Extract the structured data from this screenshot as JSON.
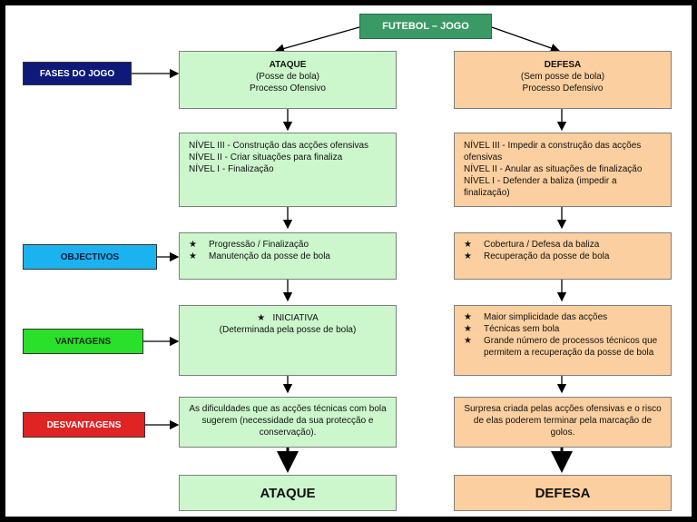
{
  "root": {
    "label": "FUTEBOL – JOGO"
  },
  "labels": {
    "fases": "FASES DO JOGO",
    "objectivos": "OBJECTIVOS",
    "vantagens": "VANTAGENS",
    "desvantagens": "DESVANTAGENS"
  },
  "ataque": {
    "title": "ATAQUE",
    "line1": "(Posse de bola)",
    "line2": "Processo Ofensivo",
    "niveis": [
      "NÍVEL III - Construção das acções ofensivas",
      "NÍVEL II - Criar situações para finaliza",
      "NÍVEL I - Finalização"
    ],
    "objectivos": [
      "Progressão / Finalização",
      "Manutenção da posse de bola"
    ],
    "vantagem_title": "INICIATIVA",
    "vantagem_sub": "(Determinada pela posse de bola)",
    "desvantagem": "As dificuldades que as acções técnicas com bola sugerem (necessidade da sua protecção e conservação).",
    "bottom": "ATAQUE"
  },
  "defesa": {
    "title": "DEFESA",
    "line1": "(Sem posse de bola)",
    "line2": "Processo Defensivo",
    "niveis": [
      "NÍVEL III - Impedir a construção das acções ofensivas",
      "NÍVEL II - Anular as situações de finalização",
      "NÍVEL I - Defender a baliza (impedir a finalização)"
    ],
    "objectivos": [
      "Cobertura / Defesa da baliza",
      "Recuperação da posse de bola"
    ],
    "vantagens": [
      "Maior simplicidade das acções",
      "Técnicas sem bola",
      "Grande número de processos técnicos que permitem a recuperação da posse de bola"
    ],
    "desvantagem": "Surpresa criada pelas acções ofensivas e o risco de elas poderem terminar pela marcação de golos.",
    "bottom": "DEFESA"
  },
  "star": "★",
  "colors": {
    "root": "#3a9a66",
    "fases": "#0d1a7a",
    "objectivos": "#1ab3ef",
    "vantagens": "#2ae02a",
    "desvantagens": "#e02424",
    "green_box": "#ccf7cc",
    "orange_box": "#fbcf9f"
  }
}
